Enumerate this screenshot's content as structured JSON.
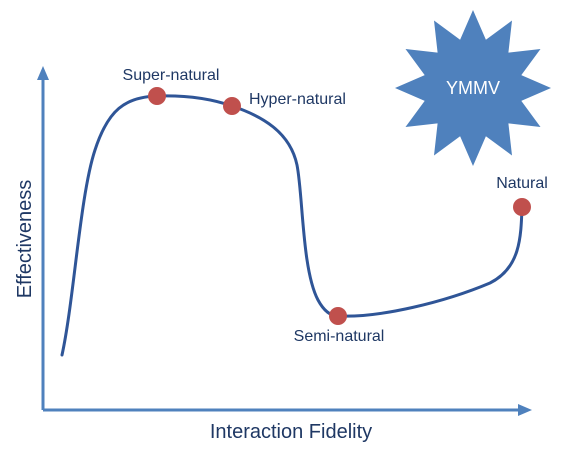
{
  "axes": {
    "x_label": "Interaction Fidelity",
    "y_label": "Effectiveness"
  },
  "points": [
    {
      "id": "super-natural",
      "label": "Super-natural"
    },
    {
      "id": "hyper-natural",
      "label": "Hyper-natural"
    },
    {
      "id": "semi-natural",
      "label": "Semi-natural"
    },
    {
      "id": "natural",
      "label": "Natural"
    }
  ],
  "badge": {
    "text": "YMMV",
    "shape": "star-burst"
  },
  "colors": {
    "axis": "#4F81BD",
    "curve": "#2F5597",
    "point": "#C0504D",
    "badge_fill": "#4F81BD",
    "badge_text": "#FFFFFF",
    "label_text": "#1F3864"
  }
}
